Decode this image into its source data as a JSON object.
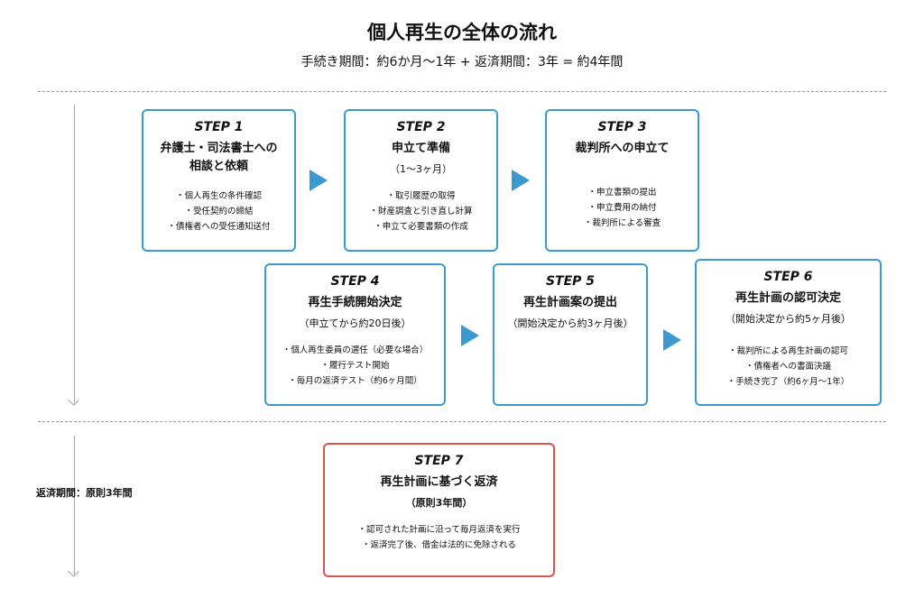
{
  "title": "個人再生の全体の流れ",
  "subtitle": "手続き期間：約6か月〜1年 + 返済期間：3年 = 約4年間",
  "side_label": "返済期間：原則3年間",
  "steps": [
    {
      "step": "STEP 1",
      "title_lines": [
        "弁護士・司法書士への",
        "相談と依頼"
      ],
      "sub": "",
      "bullets": [
        "個人再生の条件確認",
        "受任契約の締結",
        "債権者への受任通知送付"
      ]
    },
    {
      "step": "STEP 2",
      "title_lines": [
        "申立て準備"
      ],
      "sub": "（1〜3ヶ月）",
      "bullets": [
        "取引履歴の取得",
        "財産調査と引き直し計算",
        "申立て必要書類の作成"
      ]
    },
    {
      "step": "STEP 3",
      "title_lines": [
        "裁判所への申立て"
      ],
      "sub": "",
      "bullets": [
        "申立書類の提出",
        "申立費用の納付",
        "裁判所による審査"
      ]
    },
    {
      "step": "STEP 4",
      "title_lines": [
        "再生手続開始決定"
      ],
      "sub": "（申立てから約20日後）",
      "bullets": [
        "個人再生委員の選任（必要な場合）",
        "履行テスト開始",
        "毎月の返済テスト（約6ヶ月間）"
      ]
    },
    {
      "step": "STEP 5",
      "title_lines": [
        "再生計画案の提出"
      ],
      "sub": "（開始決定から約3ヶ月後）",
      "bullets": []
    },
    {
      "step": "STEP 6",
      "title_lines": [
        "再生計画の認可決定"
      ],
      "sub": "（開始決定から約5ヶ月後）",
      "bullets": [
        "裁判所による再生計画の認可",
        "債権者への書面決議",
        "手続き完了（約6ヶ月〜1年）"
      ]
    },
    {
      "step": "STEP 7",
      "title_lines": [
        "再生計画に基づく返済"
      ],
      "sub": "（原則3年間）",
      "bullets": [
        "認可された計画に沿って毎月返済を実行",
        "返済完了後、借金は法的に免除される"
      ]
    }
  ],
  "colors": {
    "card_border": "#3d9ad1",
    "final_border": "#d9534f",
    "arrow": "#3d9ad1",
    "divider": "#9a9a9a"
  }
}
